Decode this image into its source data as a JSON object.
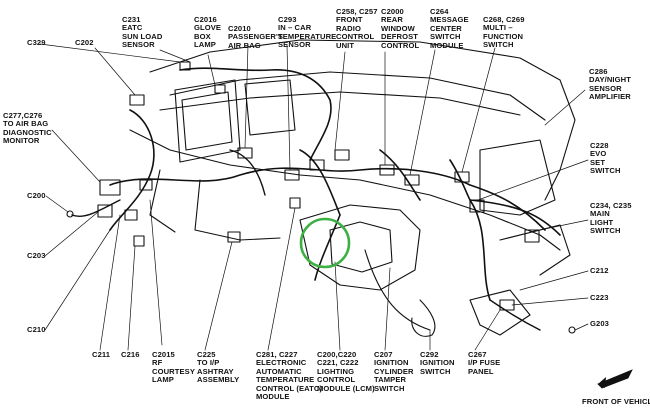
{
  "labels": {
    "c329": "C329",
    "c202": "C202",
    "c231": "C231\nEATC\nSUN LOAD\nSENSOR",
    "c2016": "C2016\nGLOVE\nBOX\nLAMP",
    "c2010": "C2010\nPASSENGER'S\nAIR BAG",
    "c293": "C293\nIN – CAR\nTEMPERATURE\nSENSOR",
    "c258": "C258, C257\nFRONT\nRADIO\nCONTROL\nUNIT",
    "c2000": "C2000\nREAR\nWINDOW\nDEFROST\nCONTROL",
    "c264": "C264\nMESSAGE\nCENTER\nSWITCH\nMODULE",
    "c268": "C268, C269\nMULTI –\nFUNCTION\nSWITCH",
    "c286": "C286\nDAY/NIGHT\nSENSOR\nAMPLIFIER",
    "c277": "C277,C276\nTO AIR BAG\nDIAGNOSTIC\nMONITOR",
    "c228": "C228\nEVO\nSET\nSWITCH",
    "c200": "C200",
    "c234": "C234, C235\nMAIN\nLIGHT\nSWITCH",
    "c203": "C203",
    "c212": "C212",
    "c223": "C223",
    "c203b": "G203",
    "c210": "C210",
    "c211": "C211",
    "c216": "C216",
    "c2015": "C2015\nRF\nCOURTESY\nLAMP",
    "c225": "C225\nTO I/P\nASHTRAY\nASSEMBLY",
    "c281": "C281, C227\nELECTRONIC\nAUTOMATIC\nTEMPERATURE\nCONTROL (EATC)\nMODULE",
    "c220": "C200,C220\nC221, C222\nLIGHTING\nCONTROL\nMODULE (LCM)",
    "c207": "C207\nIGNITION\nCYLINDER\nTAMPER\nSWITCH",
    "c292": "C292\nIGNITION\nSWITCH",
    "c267": "C267\nI/P FUSE\nPANEL",
    "front": "FRONT OF VEHICLE"
  },
  "colors": {
    "ink": "#111111",
    "highlight": "#3cb043",
    "background": "#ffffff"
  },
  "icons": {
    "front_arrow": "front-of-vehicle-arrow-icon"
  }
}
